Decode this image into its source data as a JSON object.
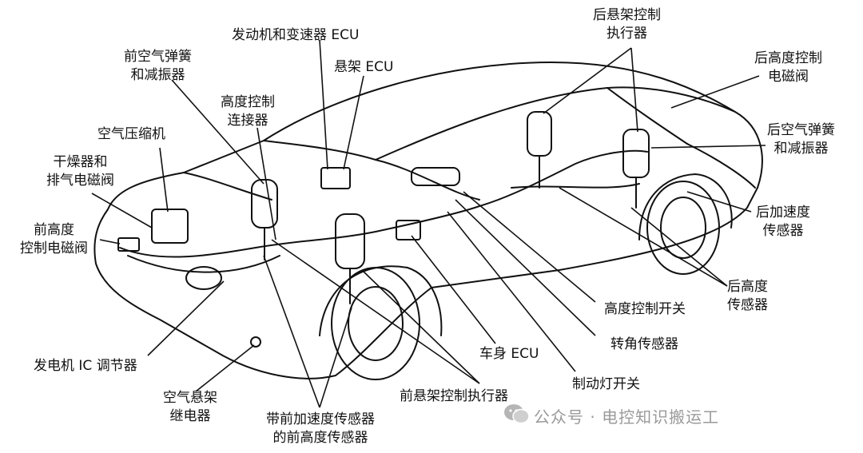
{
  "labels": {
    "engine_ecu": "发动机和变速器 ECU",
    "susp_ecu": "悬架 ECU",
    "front_spring": [
      "前空气弹簧",
      "和减振器"
    ],
    "height_connector": [
      "高度控制",
      "连接器"
    ],
    "compressor": "空气压缩机",
    "dryer": [
      "干燥器和",
      "排气电磁阀"
    ],
    "front_valve": [
      "前高度",
      "控制电磁阀"
    ],
    "alternator": "发电机 IC 调节器",
    "relay": [
      "空气悬架",
      "继电器"
    ],
    "front_height_sensor": [
      "带前加速度传感器",
      "的前高度传感器"
    ],
    "front_actuator": "前悬架控制执行器",
    "body_ecu": "车身 ECU",
    "brake_switch": "制动灯开关",
    "steering_sensor": "转角传感器",
    "height_switch": "高度控制开关",
    "rear_height_sensor": [
      "后高度",
      "传感器"
    ],
    "rear_accel": [
      "后加速度",
      "传感器"
    ],
    "rear_spring": [
      "后空气弹簧",
      "和减振器"
    ],
    "rear_valve": [
      "后高度控制",
      "电磁阀"
    ],
    "rear_actuator": [
      "后悬架控制",
      "执行器"
    ]
  },
  "watermark": "公众号 · 电控知识搬运工",
  "colors": {
    "line": "#111111",
    "watermark": "#9a9a9a"
  }
}
